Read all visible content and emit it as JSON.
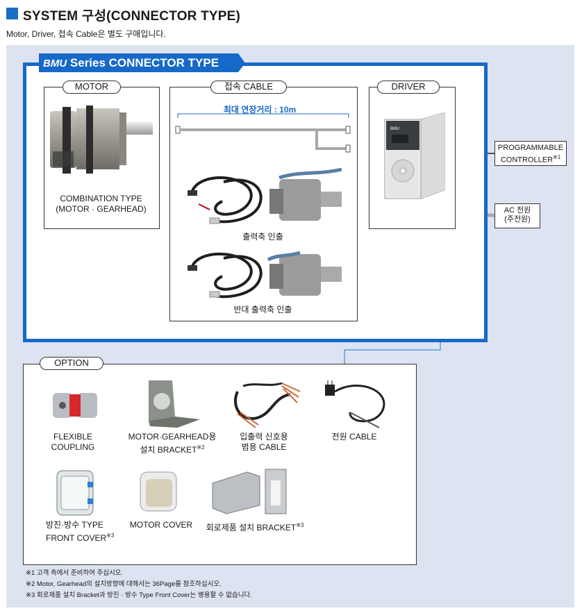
{
  "header": {
    "title": "SYSTEM 구성(CONNECTOR TYPE)",
    "subtitle": "Motor, Driver, 접속 Cable은 별도 구매입니다."
  },
  "series": {
    "brand": "BMU",
    "label": " Series CONNECTOR TYPE"
  },
  "motor": {
    "heading": "MOTOR",
    "caption_line1": "COMBINATION TYPE",
    "caption_line2": "(MOTOR · GEARHEAD)"
  },
  "cable": {
    "heading": "접속 CABLE",
    "max_length": "최대 연장거리 : 10m",
    "caption_output": "출력축 인출",
    "caption_reverse": "반대 출력축 인출"
  },
  "driver": {
    "heading": "DRIVER",
    "display": "BMU"
  },
  "callouts": {
    "controller_line1": "PROGRAMMABLE",
    "controller_line2": "CONTROLLER",
    "controller_mark": "※1",
    "power_line1": "AC 전원",
    "power_line2": "(주전원)"
  },
  "option": {
    "heading": "OPTION",
    "items": [
      {
        "line1": "FLEXIBLE",
        "line2": "COUPLING",
        "mark": ""
      },
      {
        "line1": "MOTOR·GEARHEAD용",
        "line2": "설치 BRACKET",
        "mark": "※2"
      },
      {
        "line1": "입출력 신호용",
        "line2": "범용 CABLE",
        "mark": ""
      },
      {
        "line1": "전원 CABLE",
        "line2": "",
        "mark": ""
      },
      {
        "line1": "방진·방수 TYPE",
        "line2": "FRONT COVER",
        "mark": "※3"
      },
      {
        "line1": "MOTOR COVER",
        "line2": "",
        "mark": ""
      },
      {
        "line1": "회로제품 설치 BRACKET",
        "line2": "",
        "mark": "※3"
      }
    ]
  },
  "notes": [
    "※1 고객 측에서 준비하여 주십시오.",
    "※2 Motor, Gearhead의 설치방향에 대해서는 36Page를 참조하십시오.",
    "※3 회로제품 설치 Bracket과 방진 · 방수 Type Front Cover는 병용할 수 없습니다."
  ],
  "colors": {
    "accent_blue": "#1669c8",
    "panel_bg": "#dde3f0",
    "cable_gray": "#a6a9ac"
  }
}
